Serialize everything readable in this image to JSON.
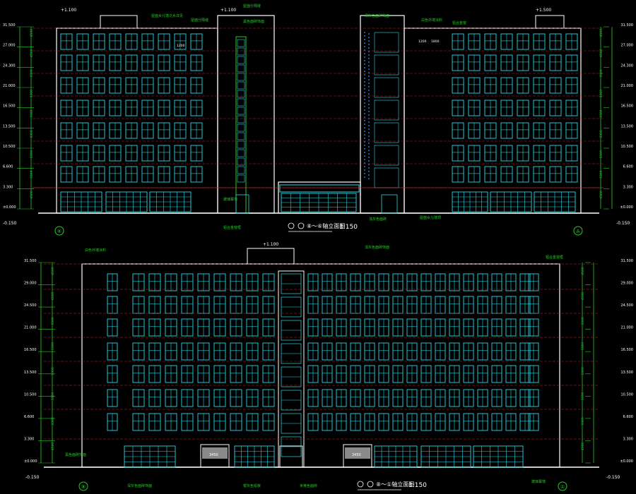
{
  "sheet": {
    "background": "#000000",
    "colors": {
      "outline": "#ffffff",
      "window": "#28d8e6",
      "dim": "#28c828",
      "level_line": "#c81e1e",
      "pipe": "#e23c3c",
      "dot": "#3399ff"
    }
  },
  "top_view": {
    "title": "⑧～⑥轴立面图",
    "scale": "1:150",
    "left_axis": "⑥",
    "right_axis": "A",
    "roof_level_left": "+1.100",
    "roof_level_mid": "+1.100",
    "roof_level_right": "+1.500",
    "ground_level": "-0.150",
    "elevations_left": [
      "31.500",
      "27.000",
      "24.300",
      "21.000",
      "16.500",
      "13.500",
      "10.500",
      "6.600",
      "3.300",
      "±0.000"
    ],
    "elevations_right": [
      "31.500",
      "27.000",
      "24.300",
      "21.000",
      "16.500",
      "13.500",
      "10.500",
      "6.600",
      "3.300",
      "±0.000"
    ],
    "dims": [
      "4500",
      "4500",
      "3300",
      "3300",
      "3300",
      "3300",
      "3300",
      "3300",
      "4500"
    ],
    "notes": [
      "屋面女儿墙泛水详见",
      "屋面分隔缝",
      "屋面分隔缝",
      "黑色面砖饰面",
      "深灰色面砖饰面",
      "白色外墙涂料",
      "铝合金窗",
      "玻璃幕墙",
      "浅灰色面砖",
      "屋面女儿墙顶",
      "铝合金窗框"
    ],
    "win_labels": [
      "1200",
      "1200",
      "1800"
    ]
  },
  "bottom_view": {
    "title": "⑧～①轴立面图",
    "scale": "1:150",
    "left_axis": "⑧",
    "right_axis": "①",
    "roof_level": "+1.100",
    "ground_level": "-0.150",
    "elevations_left": [
      "31.500",
      "29.000",
      "24.500",
      "21.000",
      "16.500",
      "13.500",
      "10.500",
      "6.600",
      "3.300",
      "±0.000"
    ],
    "elevations_right": [
      "31.500",
      "29.000",
      "24.500",
      "21.000",
      "16.500",
      "13.500",
      "10.500",
      "6.600",
      "3.300",
      "±0.000"
    ],
    "dims": [
      "4500",
      "4500",
      "3300",
      "3300",
      "3300",
      "3300",
      "3300",
      "4500"
    ],
    "notes": [
      "白色外墙涂料",
      "浅灰色面砖饰面",
      "铝合金窗框",
      "黑色面砖饰面",
      "深灰色面砖饰面",
      "银灰色铝板",
      "米黄色面砖",
      "玻璃幕墙"
    ],
    "door_label": "3450"
  }
}
